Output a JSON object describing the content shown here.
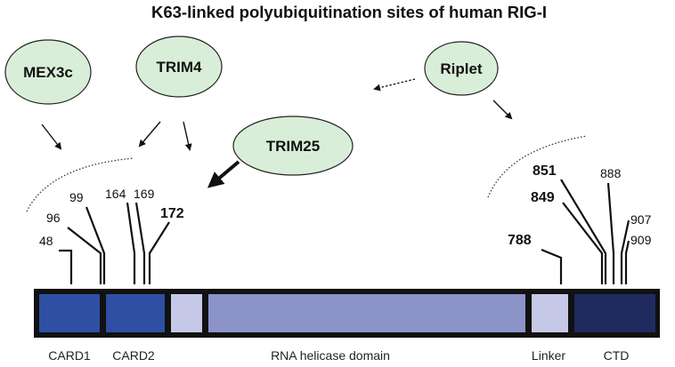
{
  "title": "K63-linked polyubiquitination sites of human RIG-I",
  "enzymes": {
    "mex3c": "MEX3c",
    "trim4": "TRIM4",
    "trim25": "TRIM25",
    "riplet": "Riplet"
  },
  "sites": {
    "s48": "48",
    "s96": "96",
    "s99": "99",
    "s164": "164",
    "s169": "169",
    "s172": "172",
    "s788": "788",
    "s849": "849",
    "s851": "851",
    "s888": "888",
    "s907": "907",
    "s909": "909"
  },
  "domains": {
    "card1": "CARD1",
    "card2": "CARD2",
    "helicase": "RNA helicase domain",
    "linker": "Linker",
    "ctd": "CTD"
  },
  "colors": {
    "card": "#2e4fa3",
    "pale": "#c5c8e6",
    "helicase": "#8b93c9",
    "ctd": "#1f2a5e",
    "enzyme_fill": "#d9eed8"
  }
}
